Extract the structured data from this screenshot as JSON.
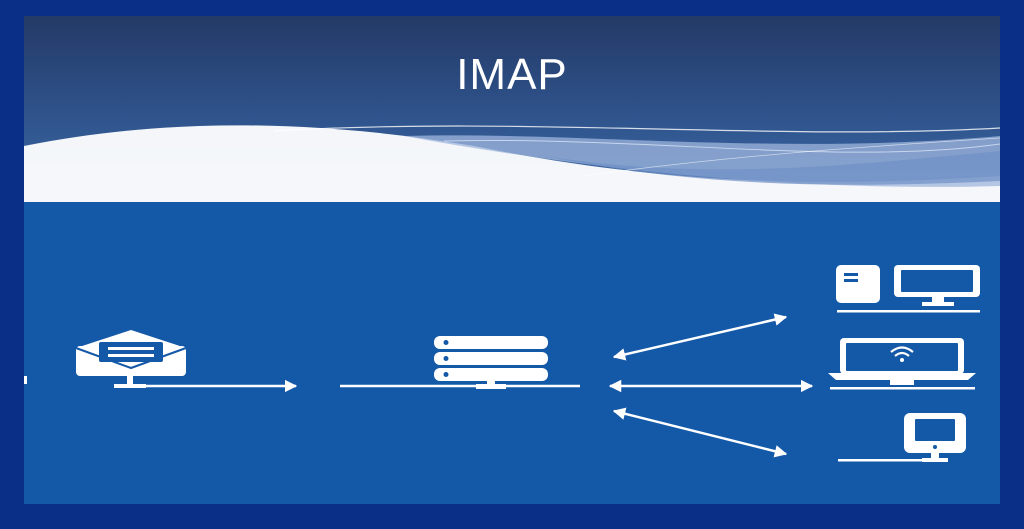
{
  "slide": {
    "title": "IMAP"
  },
  "colors": {
    "outer_border": "#0a2f86",
    "body_background": "#1458a8",
    "header_top": "#243a66",
    "header_bottom": "#3c6aa8",
    "wave_white": "#ffffff",
    "icon_color": "#ffffff"
  },
  "diagram": {
    "nodes": [
      {
        "id": "email-client",
        "icon": "email-envelope-icon"
      },
      {
        "id": "mail-server",
        "icon": "server-rack-icon"
      },
      {
        "id": "desktop-computer",
        "icon": "desktop-computer-icon"
      },
      {
        "id": "laptop",
        "icon": "laptop-wifi-icon"
      },
      {
        "id": "tablet",
        "icon": "tablet-icon"
      }
    ],
    "edges": [
      {
        "from": "email-client",
        "to": "mail-server",
        "direction": "forward"
      },
      {
        "from": "mail-server",
        "to": "desktop-computer",
        "direction": "both"
      },
      {
        "from": "mail-server",
        "to": "laptop",
        "direction": "both"
      },
      {
        "from": "mail-server",
        "to": "tablet",
        "direction": "both"
      }
    ]
  }
}
